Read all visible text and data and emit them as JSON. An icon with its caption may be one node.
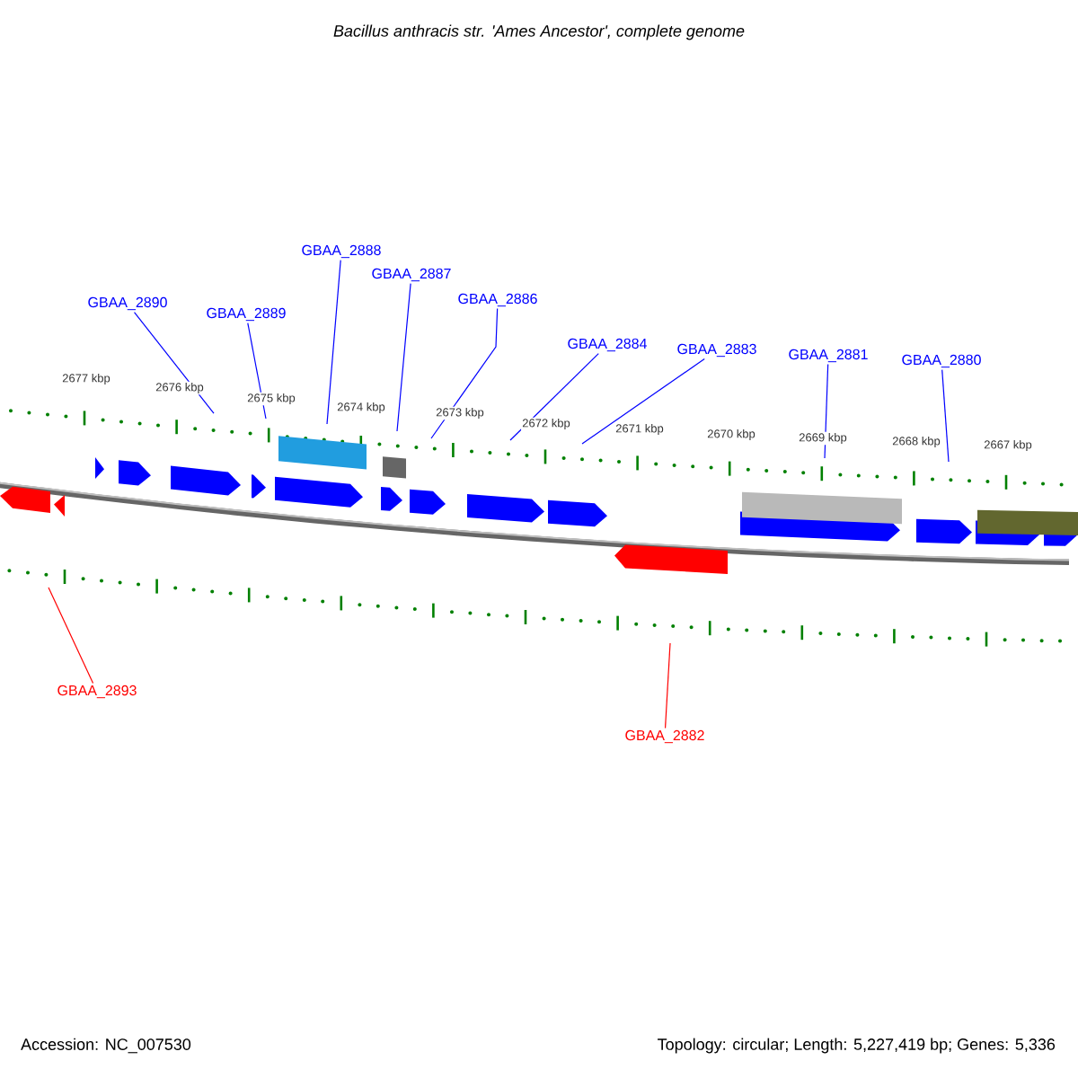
{
  "diagram": {
    "title": "Bacillus anthracis str. 'Ames Ancestor', complete genome",
    "nodes": [
      {
        "text": [
          "GBAA_2890"
        ]
      },
      {
        "text": [
          "GBAA_2889"
        ]
      },
      {
        "text": [
          "GBAA_2888"
        ]
      },
      {
        "text": [
          "GBAA_2887"
        ]
      },
      {
        "text": [
          "GBAA_2886"
        ]
      },
      {
        "text": [
          "GBAA_2884"
        ]
      },
      {
        "text": [
          "GBAA_2883"
        ]
      },
      {
        "text": [
          "GBAA_2881"
        ]
      },
      {
        "text": [
          "GBAA_2880"
        ]
      },
      {
        "text": [
          "GBAA_2893"
        ]
      },
      {
        "text": [
          "GBAA_2882"
        ]
      }
    ],
    "edges": [
      {
        "from": 0,
        "to": null,
        "arrow": "none"
      },
      {
        "from": 1,
        "to": null,
        "arrow": "none"
      },
      {
        "from": 2,
        "to": null,
        "arrow": "none"
      },
      {
        "from": 3,
        "to": null,
        "arrow": "none"
      },
      {
        "from": 4,
        "to": null,
        "arrow": "none"
      },
      {
        "from": 5,
        "to": null,
        "arrow": "none"
      },
      {
        "from": 6,
        "to": null,
        "arrow": "none"
      },
      {
        "from": 7,
        "to": null,
        "arrow": "none"
      },
      {
        "from": 8,
        "to": null,
        "arrow": "none"
      },
      {
        "from": 9,
        "to": null,
        "arrow": "none",
        "color": "#ff0000"
      },
      {
        "from": 10,
        "to": null,
        "arrow": "none",
        "color": "#ff0000"
      }
    ],
    "labels": [
      "2677 kbp",
      "2676 kbp",
      "2675 kbp",
      "2674 kbp",
      "2673 kbp",
      "2672 kbp",
      "2671 kbp",
      "2670 kbp",
      "2669 kbp",
      "2668 kbp",
      "2667 kbp",
      "Accession: NC_007530",
      "Topology: circular; Length: 5,227,419 bp; Genes: 5,336"
    ]
  }
}
